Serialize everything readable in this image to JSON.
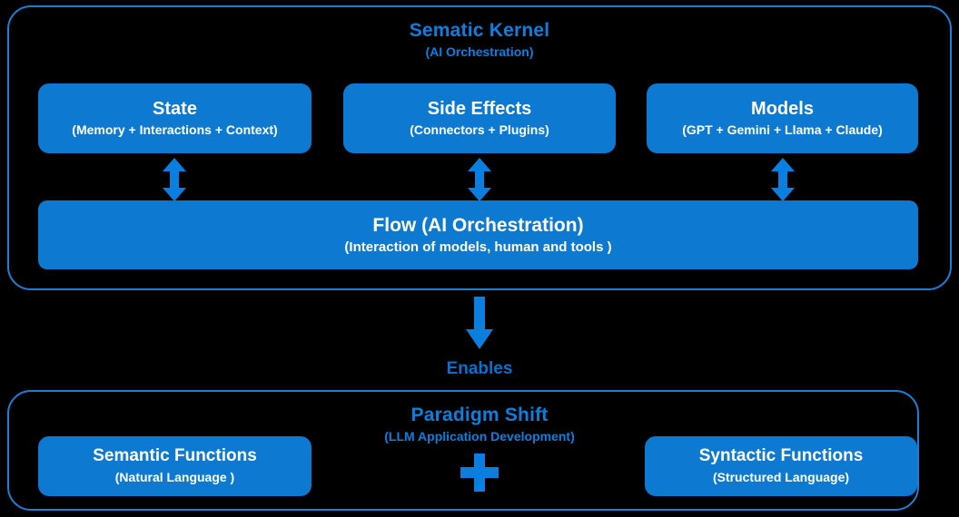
{
  "diagram": {
    "background_color": "#000000",
    "accent_blue": "#0b7fe0",
    "card_blue": "#0d79d1",
    "border_blue": "#1b7fd4",
    "card_text_color": "#ffffff"
  },
  "kernel_section": {
    "heading_title": "Sematic Kernel",
    "heading_subtitle": "(AI Orchestration)",
    "cards": [
      {
        "title": "State",
        "subtitle": "(Memory + Interactions + Context)"
      },
      {
        "title": "Side Effects",
        "subtitle": "(Connectors + Plugins)"
      },
      {
        "title": "Models",
        "subtitle": "(GPT + Gemini + Llama + Claude)"
      }
    ],
    "flow_card": {
      "title": "Flow (AI Orchestration)",
      "subtitle": "(Interaction of models, human and tools )"
    },
    "connector_arrows": [
      "double-headed-vertical-arrow",
      "double-headed-vertical-arrow",
      "double-headed-vertical-arrow"
    ]
  },
  "transition": {
    "arrow_icon": "down-arrow-icon",
    "label": "Enables"
  },
  "paradigm_section": {
    "heading_title": "Paradigm Shift",
    "heading_subtitle": "(LLM Application Development)",
    "plus_icon": "plus-icon",
    "cards": [
      {
        "title": "Semantic Functions",
        "subtitle": "(Natural Language )"
      },
      {
        "title": "Syntactic Functions",
        "subtitle": "(Structured Language)"
      }
    ]
  }
}
